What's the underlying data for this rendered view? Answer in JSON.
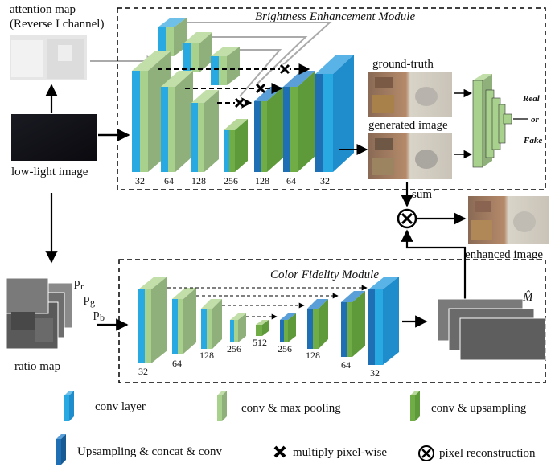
{
  "labels": {
    "attention_title": "attention map",
    "attention_sub": "(Reverse I channel)",
    "low_light": "low-light image",
    "ratio_map": "ratio map",
    "bem_title": "Brightness Enhancement Module",
    "cfm_title": "Color Fidelity Module",
    "ground_truth": "ground-truth",
    "generated": "generated image",
    "real": "Real",
    "or": "or",
    "fake": "Fake",
    "sum": "sum`",
    "enhanced": "enhanced image",
    "m_hat": "M̂",
    "p_r": "p",
    "p_r_sub": "r",
    "p_g": "p",
    "p_g_sub": "g",
    "p_b": "p",
    "p_b_sub": "b"
  },
  "bem_channels": [
    "32",
    "64",
    "128",
    "256",
    "128",
    "64",
    "32"
  ],
  "cfm_channels": [
    "32",
    "64",
    "128",
    "256",
    "512",
    "256",
    "128",
    "64",
    "32"
  ],
  "legend": {
    "conv": "conv layer",
    "pool": "conv & max pooling",
    "up": "conv & upsampling",
    "concat": "Upsampling & concat & conv",
    "mult": "multiply pixel-wise",
    "recon": "pixel reconstruction"
  },
  "colors": {
    "conv_blue": "#29a9e1",
    "pool_green_light": "#a9d18e",
    "pool_green_dark": "#8fb07a",
    "up_green": "#70ad47",
    "concat_blue": "#1f6fb5"
  }
}
